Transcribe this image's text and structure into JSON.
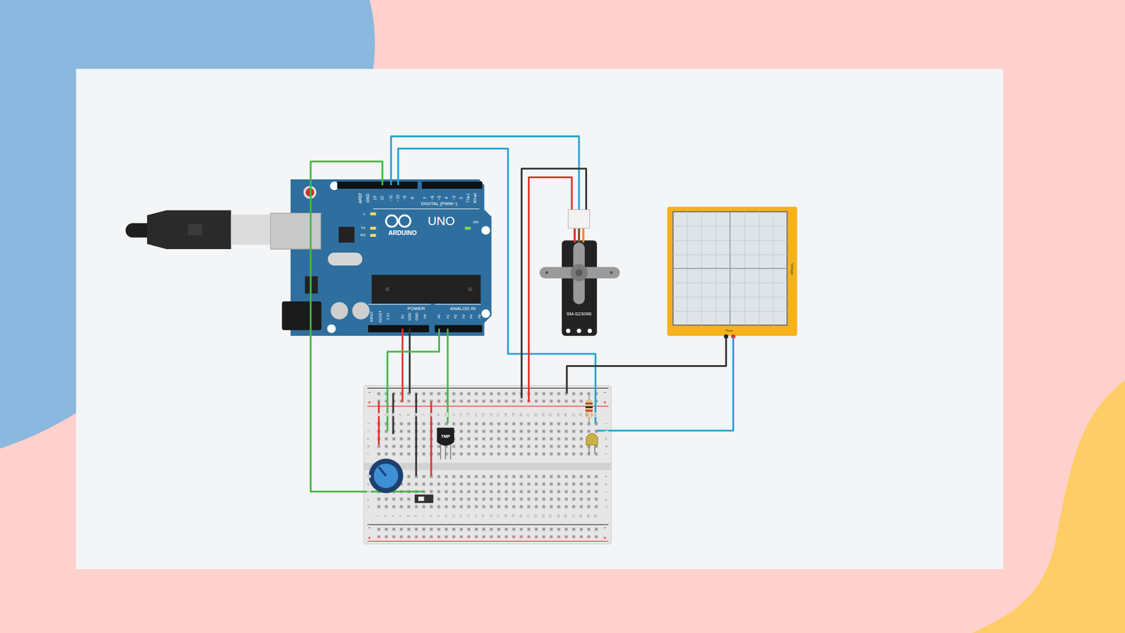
{
  "diagram": {
    "labels": [
      "AREF",
      "GND",
      "13",
      "12",
      "~11",
      "~10",
      "~9",
      "8",
      "7",
      "~6",
      "~5",
      "4",
      "~3",
      "2",
      "TX▸1",
      "RX◂0",
      "DIGITAL (PWM~)",
      "L",
      "TX",
      "RX",
      "ARDUINO",
      "UNO",
      "ON",
      "IOREF",
      "RESET",
      "3.3V",
      "5V",
      "GND",
      "GND",
      "Vin",
      "POWER",
      "ANALOG IN",
      "A0",
      "A1",
      "A2",
      "A3",
      "A4",
      "A5",
      "SM-S2309S",
      "TMP",
      "Time",
      "Voltage",
      "-",
      "+",
      "-",
      "+",
      "-",
      "+",
      "-",
      "+",
      "1",
      "2",
      "3",
      "4",
      "5",
      "6",
      "7",
      "8",
      "9",
      "10",
      "11",
      "12",
      "13",
      "14",
      "15",
      "16",
      "17",
      "18",
      "19",
      "20",
      "21",
      "22",
      "23",
      "24",
      "25",
      "26",
      "27",
      "28",
      "29",
      "30",
      "1",
      "2",
      "3",
      "4",
      "5",
      "6",
      "7",
      "8",
      "9",
      "10",
      "11",
      "12",
      "13",
      "14",
      "15",
      "16",
      "17",
      "18",
      "19",
      "20",
      "21",
      "22",
      "23",
      "24",
      "25",
      "26",
      "27",
      "28",
      "29",
      "30",
      "j",
      "i",
      "h",
      "g",
      "f",
      "j",
      "i",
      "h",
      "g",
      "f",
      "e",
      "d",
      "c",
      "b",
      "a",
      "e",
      "d",
      "c",
      "b",
      "a"
    ]
  }
}
